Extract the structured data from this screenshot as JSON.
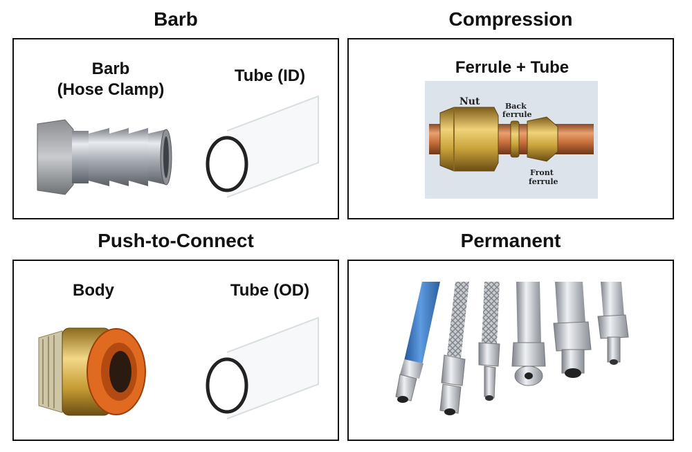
{
  "panels": {
    "barb": {
      "heading": "Barb",
      "fitting_label_line1": "Barb",
      "fitting_label_line2": "(Hose Clamp)",
      "tube_label": "Tube (ID)"
    },
    "compression": {
      "heading": "Compression",
      "label": "Ferrule + Tube",
      "photo_labels": {
        "nut": "Nut",
        "back_ferrule_line1": "Back",
        "back_ferrule_line2": "ferrule",
        "front_ferrule_line1": "Front",
        "front_ferrule_line2": "ferrule"
      }
    },
    "push": {
      "heading": "Push-to-Connect",
      "body_label": "Body",
      "tube_label": "Tube (OD)"
    },
    "permanent": {
      "heading": "Permanent"
    }
  },
  "icons": [
    "hose-barb-fitting-icon",
    "clear-tube-icon",
    "compression-fitting-photo",
    "push-to-connect-fitting-icon",
    "permanent-fittings-photo"
  ],
  "colors": {
    "frame": "#111111",
    "copper": "#c8703c",
    "brass": "#c9a23a",
    "steel": "#b8bcc2",
    "orange_collet": "#e06a1f",
    "blue_hose": "#3a78c9"
  }
}
